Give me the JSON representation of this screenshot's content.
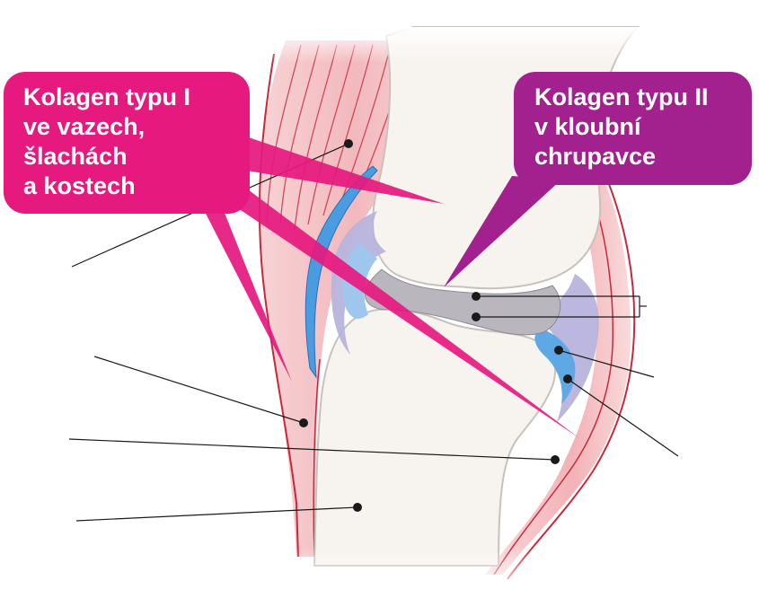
{
  "callouts": {
    "type_one": {
      "lines": [
        "Kolagen typu I",
        "ve vazech,",
        "šlachách",
        "a kostech"
      ],
      "color": "#e6197f"
    },
    "type_two": {
      "lines": [
        "Kolagen typu II",
        "v kloubní",
        "chrupavce"
      ],
      "color": "#a3208f"
    }
  },
  "colors": {
    "bone": "#f7f3ef",
    "bone_outline": "#c9c1bc",
    "muscle": "#f4c3c6",
    "muscle_line": "#c9283c",
    "tendon": "#eeb3b8",
    "cartilage": "#b7b3dc",
    "synovial": "#4a9be0",
    "meniscus": "#b9b6bd",
    "leader": "#1a1a1a"
  },
  "icons": {
    "marker": "dot-marker"
  }
}
